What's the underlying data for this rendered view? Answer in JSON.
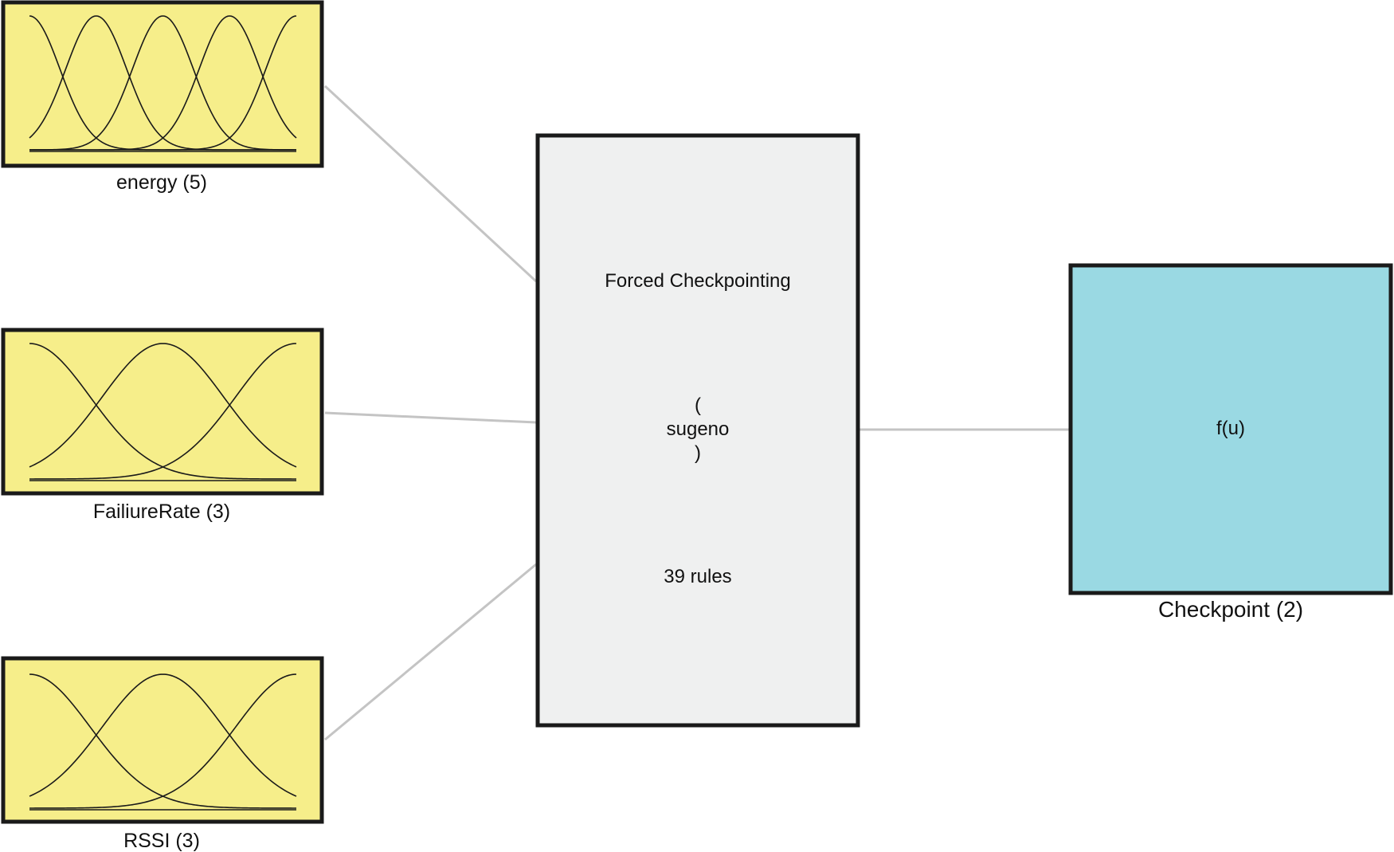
{
  "inputs": [
    {
      "label": "energy (5)",
      "mf_count": 5
    },
    {
      "label": "FailiureRate (3)",
      "mf_count": 3
    },
    {
      "label": "RSSI (3)",
      "mf_count": 3
    }
  ],
  "system": {
    "name": "Forced Checkpointing",
    "open_paren": "(",
    "type": "sugeno",
    "close_paren": ")",
    "rules": "39 rules"
  },
  "output": {
    "function": "f(u)",
    "label": "Checkpoint (2)"
  },
  "colors": {
    "input_fill": "#f6ee8a",
    "system_fill": "#eff0f0",
    "output_fill": "#9ad9e3",
    "connector": "#c4c4c4"
  }
}
